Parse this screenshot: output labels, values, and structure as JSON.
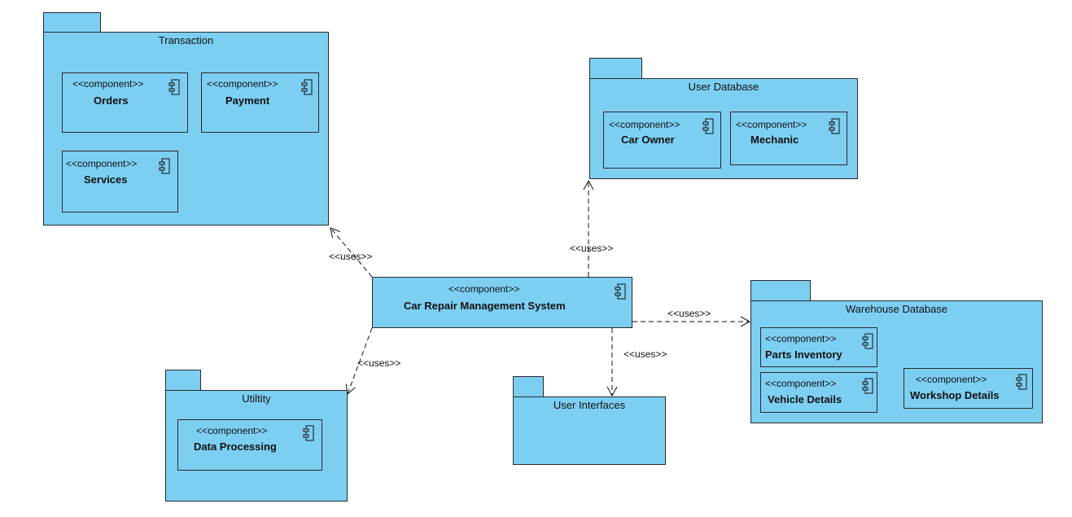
{
  "stereotype": "<<component>>",
  "relation_label": "<<uses>>",
  "packages": {
    "transaction": {
      "title": "Transaction",
      "components": [
        "Orders",
        "Payment",
        "Services"
      ]
    },
    "user_database": {
      "title": "User Database",
      "components": [
        "Car Owner",
        "Mechanic"
      ]
    },
    "warehouse_database": {
      "title": "Warehouse Database",
      "components": [
        "Parts Inventory",
        "Vehicle Details",
        "Workshop Details"
      ]
    },
    "utility": {
      "title": "Utiltity",
      "components": [
        "Data Processing"
      ]
    },
    "user_interfaces": {
      "title": "User Interfaces",
      "components": []
    }
  },
  "main_component": {
    "name": "Car Repair Management System"
  },
  "dependencies": [
    {
      "from": "Car Repair Management System",
      "to": "Transaction",
      "label": "<<uses>>"
    },
    {
      "from": "Car Repair Management System",
      "to": "User Database",
      "label": "<<uses>>"
    },
    {
      "from": "Car Repair Management System",
      "to": "Warehouse Database",
      "label": "<<uses>>"
    },
    {
      "from": "Car Repair Management System",
      "to": "Utiltity",
      "label": "<<uses>>"
    },
    {
      "from": "Car Repair Management System",
      "to": "User Interfaces",
      "label": "<<uses>>"
    }
  ],
  "colors": {
    "fill": "#7dcff2",
    "stroke": "#2a2a2a"
  }
}
